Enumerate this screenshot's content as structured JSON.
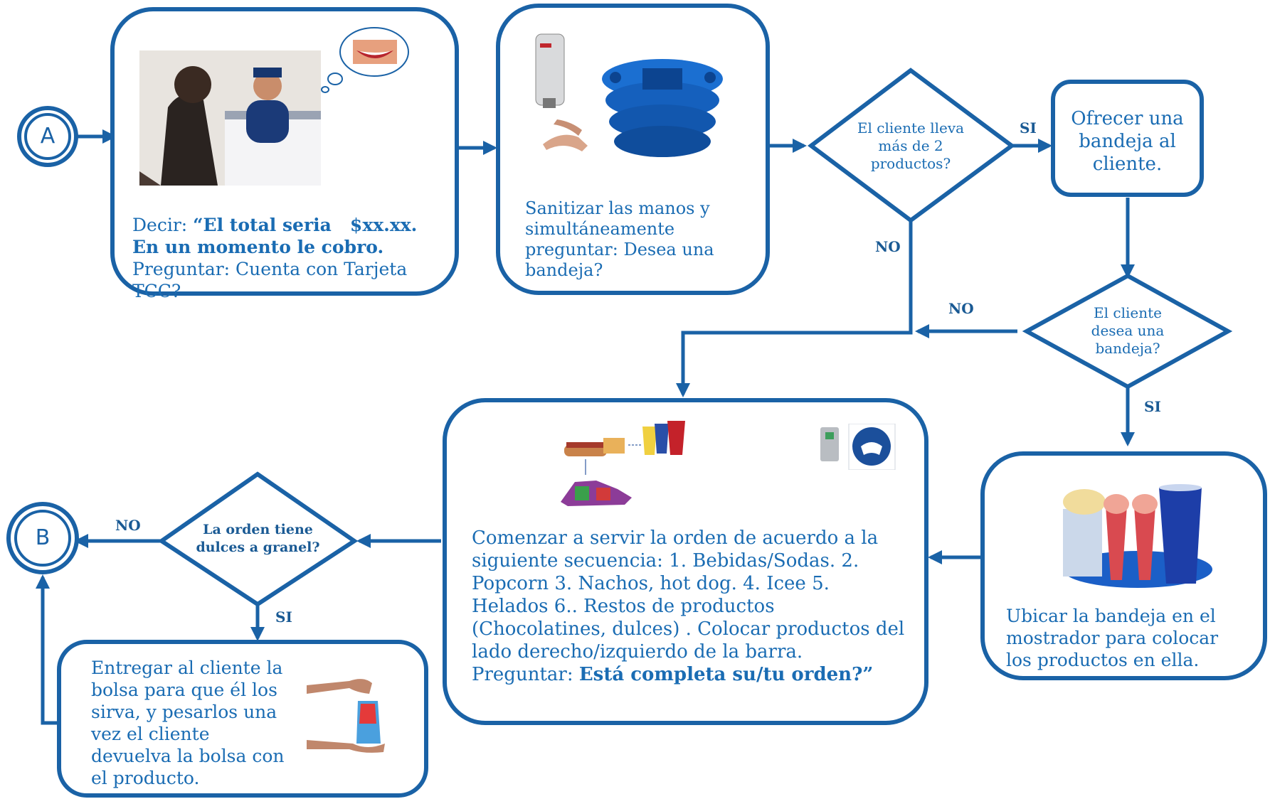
{
  "connectors": {
    "start": "A",
    "end": "B"
  },
  "colors": {
    "stroke": "#1a62a6",
    "text": "#1a6cb3"
  },
  "step1": {
    "prefix": "Decir: ",
    "quote_bold": "“El total seria   $xx.xx. En un momento le cobro.",
    "suffix": " Preguntar: Cuenta con Tarjeta TCC?"
  },
  "step2": {
    "text": "Sanitizar las manos y simultáneamente preguntar: Desea una bandeja?"
  },
  "decision1": {
    "text": "El cliente lleva más de 2 productos?",
    "yes": "SI",
    "no": "NO"
  },
  "step3": {
    "text": "Ofrecer una bandeja al cliente."
  },
  "decision2": {
    "text": "El cliente desea una bandeja?",
    "yes": "SI",
    "no": "NO"
  },
  "step4": {
    "text": "Ubicar la bandeja en el mostrador para colocar los productos en ella."
  },
  "step5": {
    "text": "Comenzar a servir la orden de acuerdo a la siguiente secuencia: 1. Bebidas/Sodas.  2.  Popcorn  3. Nachos, hot dog.   4.  Icee 5. Helados 6.. Restos de productos (Chocolatines, dulces) . Colocar productos del lado derecho/izquierdo de la barra.  Preguntar: ",
    "bold": "Está completa su/tu orden?”"
  },
  "decision3": {
    "text": "La orden tiene dulces a granel?",
    "yes": "SI",
    "no": "NO"
  },
  "step6": {
    "text": "Entregar al cliente la bolsa para que él los sirva, y pesarlos una vez el cliente devuelva la bolsa con el producto."
  },
  "icons": [
    "cashier-photo",
    "smile-thought-icon",
    "soap-dispenser-icon",
    "washing-hands-icon",
    "tray-stack-icon",
    "food-sequence-icon",
    "hand-wash-sign-icon",
    "tray-products-icon",
    "bag-handover-icon"
  ]
}
